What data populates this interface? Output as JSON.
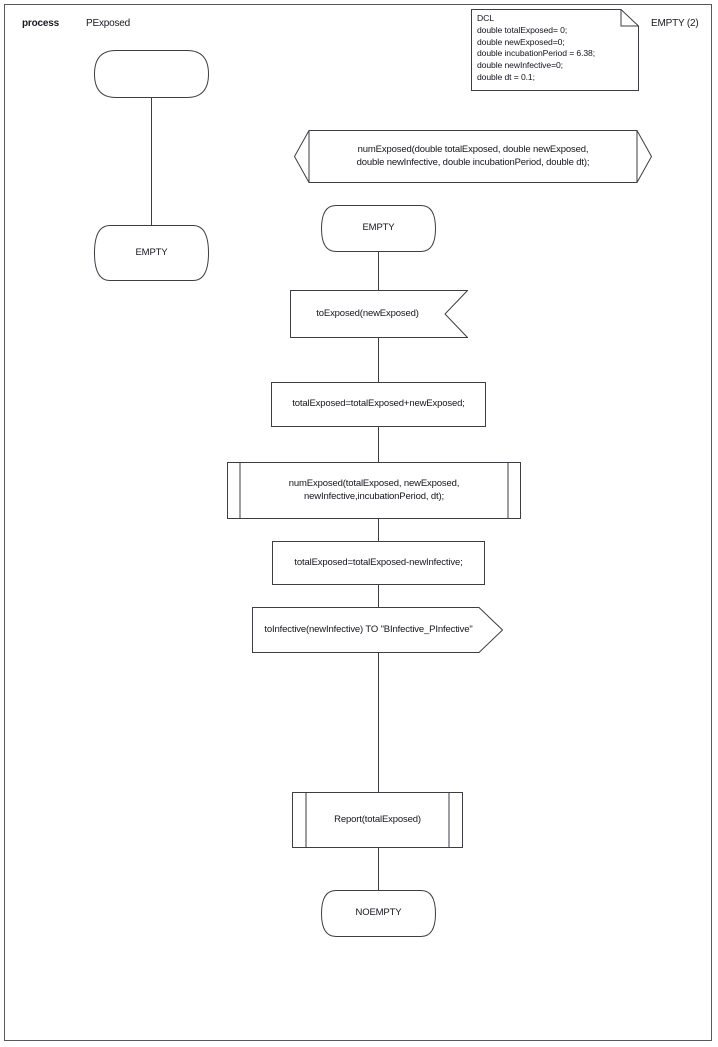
{
  "diagram": {
    "kind": "sdl-process-diagram",
    "header": {
      "keyword": "process",
      "name": "PExposed",
      "page_label": "EMPTY (2)"
    },
    "declaration_block": {
      "title": "DCL",
      "lines": [
        "DCL",
        "double totalExposed= 0;",
        "double newExposed=0;",
        "double incubationPeriod = 6.38;",
        "double newInfective=0;",
        "double dt = 0.1;"
      ],
      "text": "DCL\ndouble totalExposed= 0;\ndouble newExposed=0;\ndouble incubationPeriod = 6.38;\ndouble newInfective=0;\ndouble dt = 0.1;"
    },
    "procedure_declaration": {
      "line1": "numExposed(double totalExposed, double newExposed,",
      "line2": "double newInfective, double incubationPeriod, double dt);"
    },
    "left_branch": {
      "start_label": "",
      "state_label": "EMPTY"
    },
    "main_branch": {
      "state_start": "EMPTY",
      "input_signal": "toExposed(newExposed)",
      "task_1": "totalExposed=totalExposed+newExposed;",
      "procedure_call_line1": "numExposed(totalExposed, newExposed,",
      "procedure_call_line2": "newInfective,incubationPeriod, dt);",
      "task_2": "totalExposed=totalExposed-newInfective;",
      "output_signal": "toInfective(newInfective) TO \"BInfective_PInfective\"",
      "procedure_call_2": "Report(totalExposed)",
      "state_end": "NOEMPTY"
    },
    "colors": {
      "stroke": "#3d3d44",
      "frame": "#58585e",
      "text": "#15151c",
      "background": "#ffffff"
    }
  }
}
